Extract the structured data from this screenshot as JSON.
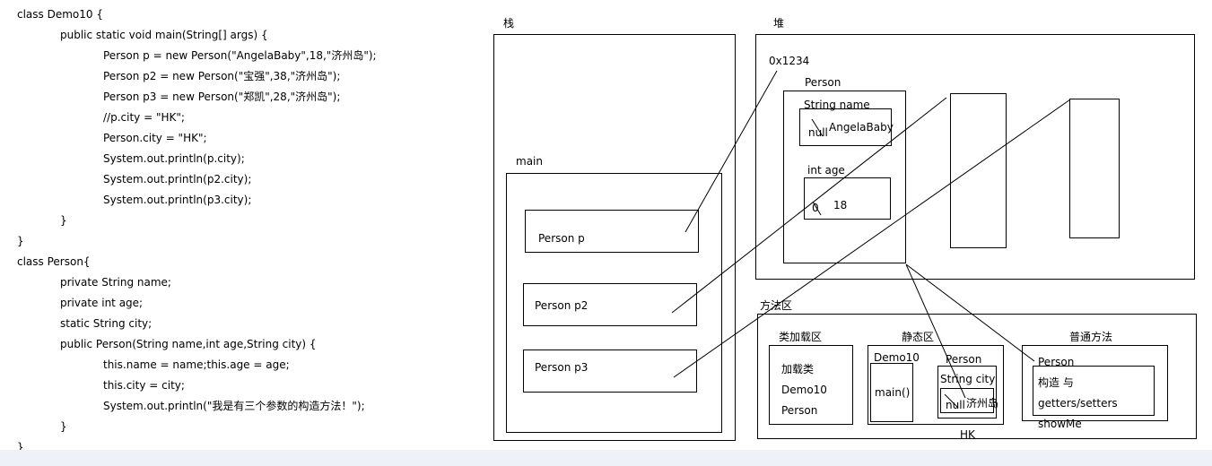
{
  "code": {
    "lines": [
      "class Demo10 {",
      "public static void main(String[] args) {",
      "Person p = new Person(\"AngelaBaby\",18,\"济州岛\");",
      "Person p2 = new Person(\"宝强\",38,\"济州岛\");",
      "Person p3 = new Person(\"郑凯\",28,\"济州岛\");",
      "//p.city = \"HK\";",
      "Person.city = \"HK\";",
      "System.out.println(p.city);",
      "System.out.println(p2.city);",
      "System.out.println(p3.city);",
      "}",
      "}",
      "class Person{",
      "private String name;",
      "private int age;",
      "static String city;",
      "public Person(String name,int age,String city) {",
      "this.name = name;this.age = age;",
      "this.city = city;",
      "System.out.println(\"我是有三个参数的构造方法！\");",
      "}",
      "}"
    ]
  },
  "stack": {
    "title": "栈",
    "main_label": "main",
    "vars": [
      "Person p",
      "Person p2",
      "Person p3"
    ]
  },
  "heap": {
    "title": "堆",
    "address": "0x1234",
    "object_title": "Person",
    "name_field": "String name",
    "name_old": "null",
    "name_new": "AngelaBaby",
    "age_field": "int age",
    "age_old": "0",
    "age_new": "18"
  },
  "method_area": {
    "title": "方法区",
    "class_load": {
      "title": "类加载区",
      "items": [
        "加载类",
        "Demo10",
        "Person"
      ]
    },
    "static_area": {
      "title": "静态区",
      "demo_label": "Demo10",
      "main_label": "main()",
      "person_label": "Person",
      "city_field": "String city",
      "city_old": "null",
      "city_mid": "济州岛",
      "city_new": "HK"
    },
    "normal_methods": {
      "title": "普通方法",
      "person_label": "Person",
      "items": [
        "构造 与",
        "getters/setters",
        "showMe"
      ]
    }
  }
}
